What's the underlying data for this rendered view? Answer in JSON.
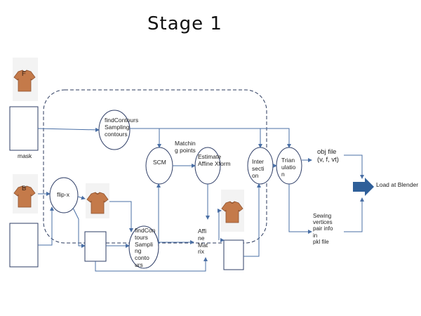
{
  "title": "Stage 1",
  "nodes": {
    "mask": "mask",
    "shirt_front_letter": "F",
    "shirt_back_letter": "B",
    "flip_x": "flip-x",
    "find_contours_top": "findContours\nSampling\n contours",
    "find_contours_bottom": "findCon\ntours\nSampli\nng\nconto\nurs",
    "scm": "SCM",
    "matching_points": "Matchin\ng points",
    "estimate_affine": "Estimate\nAffine Xform",
    "affine_matrix": "Affi\nne\nMat\nrix",
    "intersection": "Inter\nsecti\non",
    "triangulation": "Trian\nulatio\nn",
    "obj_file": "obj file\n(v, f, vt)",
    "sewing": "Sewing\nvertices\npair info\nin\npkl  file",
    "load_at_blender": "Load at Blender"
  },
  "colors": {
    "arrow": "#4a6fa5",
    "shape_stroke": "#2e3d66",
    "dashed": "#2b3a5e",
    "big_arrow": "#2f5f99",
    "shirt": "#c47a4a"
  },
  "icons": [
    "tshirt-front-icon",
    "tshirt-back-icon",
    "tshirt-flipped-icon",
    "tshirt-result-icon"
  ]
}
